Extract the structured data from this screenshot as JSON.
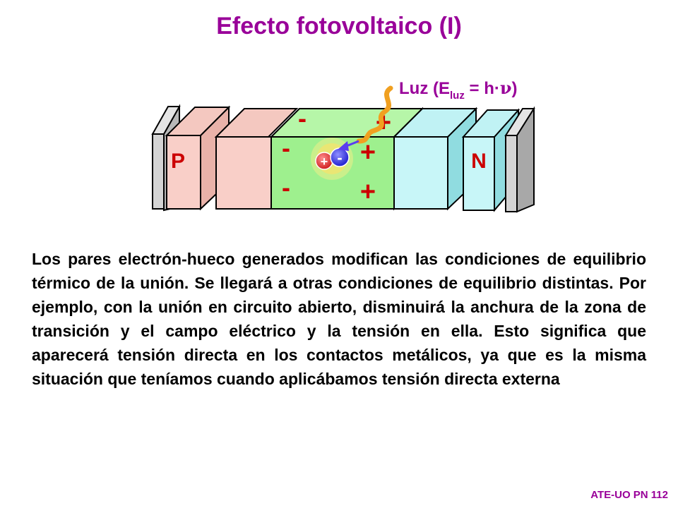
{
  "title": "Efecto fotovoltaico (I)",
  "diagram": {
    "light_label": {
      "prefix": "Luz  (E",
      "subscript": "luz",
      "suffix": " = h·",
      "nu": "ν",
      "close": ")"
    },
    "p_label": "P",
    "n_label": "N",
    "minus_sign": "-",
    "plus_sign": "+",
    "electron_sign": "-",
    "hole_sign": "+",
    "colors": {
      "title": "#990099",
      "p_region": "#f9cfc8",
      "n_region": "#c8f6f8",
      "depletion": "#9ef08e",
      "wave": "#f0a020",
      "arrow": "#5a3df0",
      "electron": "#3030e8",
      "hole": "#e83030",
      "label_red": "#cc0000"
    }
  },
  "paragraph": "Los pares electrón-hueco generados modifican las condiciones de equilibrio térmico de la unión. Se llegará a otras condiciones de equilibrio distintas. Por ejemplo, con la unión en circuito abierto, disminuirá la anchura de la zona de transición y el campo eléctrico y la tensión en ella. Esto significa que aparecerá tensión directa en los contactos metálicos, ya que es la misma situación que teníamos cuando aplicábamos tensión directa externa",
  "footer": "ATE-UO PN 112"
}
